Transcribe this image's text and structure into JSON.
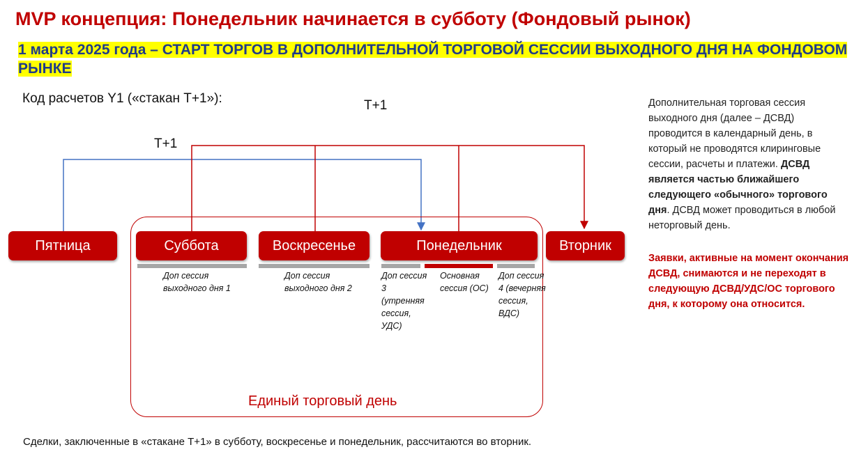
{
  "title": "MVP концепция: Понедельник начинается в субботу (Фондовый рынок)",
  "subtitle": "1 марта 2025 года – СТАРТ ТОРГОВ В ДОПОЛНИТЕЛЬНОЙ ТОРГОВОЙ СЕССИИ ВЫХОДНОГО ДНЯ НА ФОНДОВОМ РЫНКЕ",
  "diagram": {
    "code_label": "Код расчетов Y1 («стакан T+1»):",
    "t1_upper": "T+1",
    "t1_lower": "T+1",
    "days": {
      "friday": "Пятница",
      "saturday": "Суббота",
      "sunday": "Воскресенье",
      "monday": "Понедельник",
      "tuesday": "Вторник"
    },
    "sessions": {
      "sat": "Доп сессия выходного дня 1",
      "sun": "Доп сессия выходного дня 2",
      "mon_morning": "Доп сессия 3 (утренняя сессия, УДС)",
      "mon_main": "Основная сессия (ОС)",
      "mon_evening": "Доп сессия 4 (вечерняя сессия, ВДС)"
    },
    "single_day_label": "Единый торговый день"
  },
  "side": {
    "info_pre": "Дополнительная торговая сессия выходного дня (далее – ДСВД) проводится в календарный день, в который не проводятся клиринговые сессии, расчеты и платежи. ",
    "info_bold": "ДСВД является частью ближайшего следующего «обычного» торгового дня",
    "info_post": ". ДСВД может проводиться в любой неторговый день.",
    "warning": "Заявки, активные на момент окончания ДСВД, снимаются и не переходят в следующую ДСВД/УДС/ОС торгового дня, к которому она относится."
  },
  "footer": "Сделки, заключенные в «стакане T+1» в субботу, воскресенье и понедельник, рассчитаются во вторник.",
  "colors": {
    "brand_red": "#c00000",
    "subtitle_blue": "#1f3b8a",
    "highlight_yellow": "#ffff00",
    "arrow_blue": "#4472c4",
    "session_gray": "#a6a6a6"
  }
}
